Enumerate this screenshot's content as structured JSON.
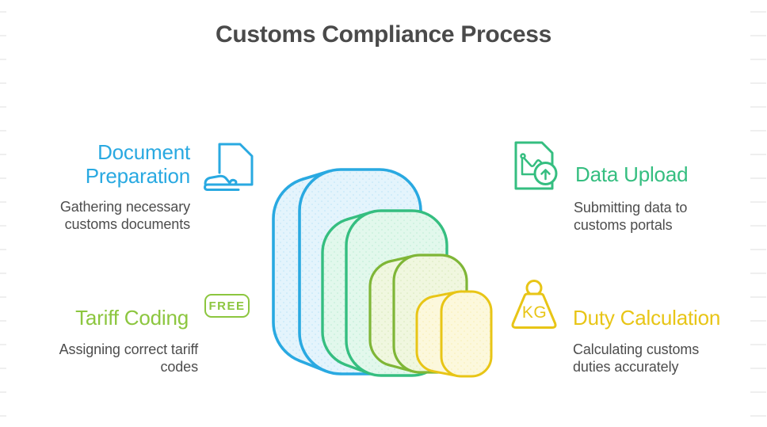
{
  "title": "Customs Compliance Process",
  "colors": {
    "background": "#FFFFFF",
    "title_text": "#4A4A4A",
    "body_text": "#4D4D4D",
    "blue": "#29A9E1",
    "green": "#35BE80",
    "lime": "#8CC63F",
    "yellow": "#E8C516",
    "stack_blue_fill": "#E4F4FC",
    "stack_green_fill": "#E2F8EC",
    "stack_lime_stroke": "#7FB637",
    "stack_lime_fill": "#F0F7DF",
    "stack_yellow_fill": "#FCF8DC",
    "edge_rule": "#EFEFEF"
  },
  "steps": [
    {
      "id": "document-preparation",
      "title": "Document\nPreparation",
      "description": "Gathering necessary\ncustoms documents",
      "icon": "document-hand-icon",
      "accent": "blue"
    },
    {
      "id": "data-upload",
      "title": "Data Upload",
      "description": "Submitting data to\ncustoms portals",
      "icon": "chart-upload-icon",
      "accent": "green"
    },
    {
      "id": "tariff-coding",
      "title": "Tariff Coding",
      "description": "Assigning correct tariff\ncodes",
      "icon": "free-badge-icon",
      "badge_label": "FREE",
      "accent": "lime"
    },
    {
      "id": "duty-calculation",
      "title": "Duty Calculation",
      "description": "Calculating customs\nduties accurately",
      "icon": "kg-weight-icon",
      "weight_label": "KG",
      "accent": "yellow"
    }
  ],
  "center_graphic": {
    "type": "nested-3d-rounded-squares",
    "layers": [
      "blue",
      "green",
      "lime",
      "yellow"
    ]
  }
}
